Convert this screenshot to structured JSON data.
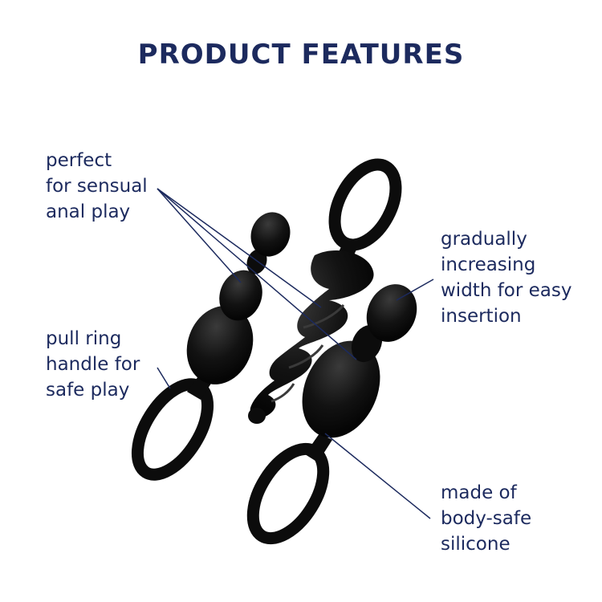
{
  "title": "PRODUCT FEATURES",
  "colors": {
    "title": "#1c2a5e",
    "text": "#1c2a5e",
    "leader_line": "#1c2a5e",
    "product": "#0c0c0c",
    "product_highlight": "#3a3a3a",
    "background": "#ffffff"
  },
  "features": {
    "anal_play": {
      "lines": [
        "perfect",
        "for sensual",
        "anal play"
      ]
    },
    "pull_ring": {
      "lines": [
        "pull ring",
        "handle for",
        "safe play"
      ]
    },
    "width": {
      "lines": [
        "gradually",
        "increasing",
        "width for easy",
        "insertion"
      ]
    },
    "silicone": {
      "lines": [
        "made of",
        "body-safe",
        "silicone"
      ]
    }
  },
  "products": [
    "beaded-plug-icon",
    "twisted-plug-icon",
    "smooth-plug-icon"
  ]
}
